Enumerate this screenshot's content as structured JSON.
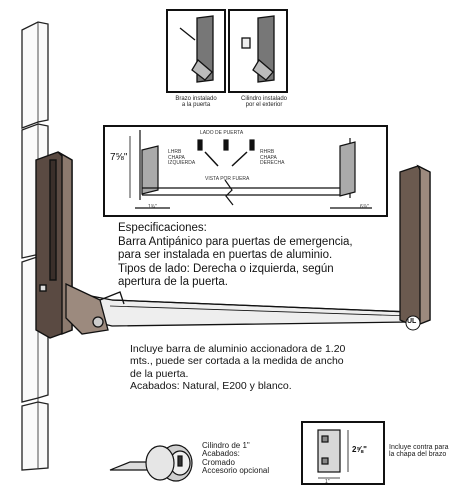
{
  "thumbnails": {
    "left_caption": "Brazo instalado\na la puerta",
    "right_caption": "Cilindro instalado\npor el exterior"
  },
  "diagram": {
    "top_label": "LADO DE PUERTA",
    "left_label": "LHRB\nCHAPA\nIZQUIERDA",
    "right_label": "RHRB\nCHAPA\nDERECHA",
    "bottom_label": "VISTA POR FUERA",
    "height_dim": "7⅝\"",
    "left_dim": "1¾\"",
    "right_dim": "6⅞\""
  },
  "specifications": {
    "text": "Especificaciones:\nBarra Antipánico para puertas de emergencia,\npara ser instalada en puertas de aluminio.\nTipos de lado: Derecha o izquierda, según\napertura de la puerta."
  },
  "bar_info": {
    "text": "Incluye barra de aluminio accionadora de 1.20\nmts., puede ser cortada a la medida de ancho\nde la puerta.\nAcabados: Natural, E200 y blanco."
  },
  "cylinder": {
    "text": "Cilindro de 1\"\nAcabados:\nCromado\nAccesorio opcional"
  },
  "strike": {
    "dim_height": "2⅝\"",
    "dim_width": "1\"",
    "caption": "Incluye contra para\nla chapa del brazo"
  },
  "ul_mark": "UL"
}
